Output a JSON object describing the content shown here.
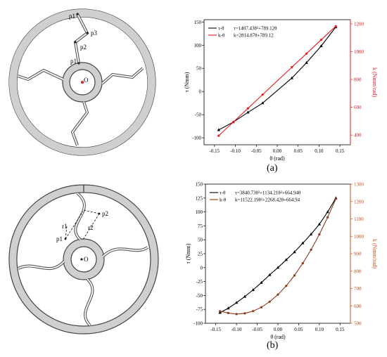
{
  "figure": {
    "panel_a_label": "(a)",
    "panel_b_label": "(b)",
    "diagram_a": {
      "points": [
        "p1",
        "p2",
        "p3",
        "p1"
      ],
      "center": "O"
    },
    "diagram_b": {
      "points": [
        "p1",
        "p2"
      ],
      "radii": [
        "r1",
        "r2"
      ],
      "center": "O"
    }
  },
  "colors": {
    "torque": "#000000",
    "stiffness_a": "#e8191f",
    "stiffness_b": "#8b3a1a",
    "right_axis_a": "#e8191f",
    "right_axis_b": "#c8501e"
  },
  "chart_data": [
    {
      "type": "line",
      "xlabel": "θ (rad)",
      "ylabel": "τ (Nmm)",
      "y2label": "k (Nmm/rad)",
      "xlim": [
        -0.175,
        0.175
      ],
      "ylim": [
        -115,
        155
      ],
      "y2lim": [
        330,
        1230
      ],
      "xticks": [
        "-0.15",
        "-0.10",
        "-0.05",
        "0.00",
        "0.05",
        "0.10",
        "0.15"
      ],
      "yticks": [
        "-100",
        "-50",
        "0",
        "50",
        "100",
        "150"
      ],
      "y2ticks": [
        "400",
        "600",
        "800",
        "1000",
        "1200"
      ],
      "legend": {
        "position": "top-left",
        "entries": [
          "τ-θ",
          "k-θ"
        ],
        "equations": [
          "τ=1407.43θ²+789.12θ",
          "k=2814.87θ+789.12"
        ]
      },
      "series": [
        {
          "name": "τ-θ",
          "axis": "left",
          "x": [
            -0.14,
            -0.105,
            -0.07,
            -0.035,
            0.035,
            0.07,
            0.105,
            0.14
          ],
          "y": [
            -83,
            -66,
            -45,
            -25,
            29,
            62,
            98,
            139
          ]
        },
        {
          "name": "k-θ",
          "axis": "right",
          "x": [
            -0.14,
            -0.105,
            -0.07,
            -0.035,
            0.035,
            0.07,
            0.105,
            0.14
          ],
          "y": [
            395,
            494,
            592,
            691,
            888,
            986,
            1085,
            1183
          ]
        }
      ]
    },
    {
      "type": "line",
      "xlabel": "θ (rad)",
      "ylabel": "τ (Nmm)",
      "y2label": "k (Nmm/rad)",
      "xlim": [
        -0.175,
        0.175
      ],
      "ylim": [
        -100,
        150
      ],
      "y2lim": [
        500,
        1300
      ],
      "xticks": [
        "-0.15",
        "-0.10",
        "-0.05",
        "0.00",
        "0.05",
        "0.10",
        "0.15"
      ],
      "yticks": [
        "-100",
        "-75",
        "-50",
        "-25",
        "0",
        "25",
        "50",
        "75",
        "100",
        "125",
        "150"
      ],
      "y2ticks": [
        "500",
        "600",
        "700",
        "800",
        "900",
        "1000",
        "1100",
        "1200",
        "1300"
      ],
      "legend": {
        "position": "top-left",
        "entries": [
          "τ-θ",
          "k-θ"
        ],
        "equations": [
          "τ=3840.73θ³+1134.21θ²+664.94θ",
          "k=11522.19θ²+2268.42θ+664.94"
        ]
      },
      "series": [
        {
          "name": "τ-θ",
          "axis": "left",
          "x": [
            -0.14,
            -0.12,
            -0.1,
            -0.08,
            -0.06,
            -0.04,
            -0.02,
            0.0,
            0.02,
            0.04,
            0.06,
            0.08,
            0.1,
            0.12,
            0.14
          ],
          "y": [
            -81,
            -73,
            -63,
            -52,
            -40,
            -27,
            -13,
            0,
            14,
            28,
            44,
            60,
            78,
            100,
            125
          ]
        },
        {
          "name": "k-θ",
          "axis": "right",
          "x": [
            -0.14,
            -0.12,
            -0.1,
            -0.08,
            -0.06,
            -0.04,
            -0.02,
            0.0,
            0.02,
            0.04,
            0.06,
            0.08,
            0.1,
            0.12,
            0.14
          ],
          "y": [
            569,
            559,
            553,
            557,
            570,
            592,
            624,
            665,
            715,
            775,
            845,
            923,
            1011,
            1109,
            1216
          ]
        }
      ]
    }
  ]
}
